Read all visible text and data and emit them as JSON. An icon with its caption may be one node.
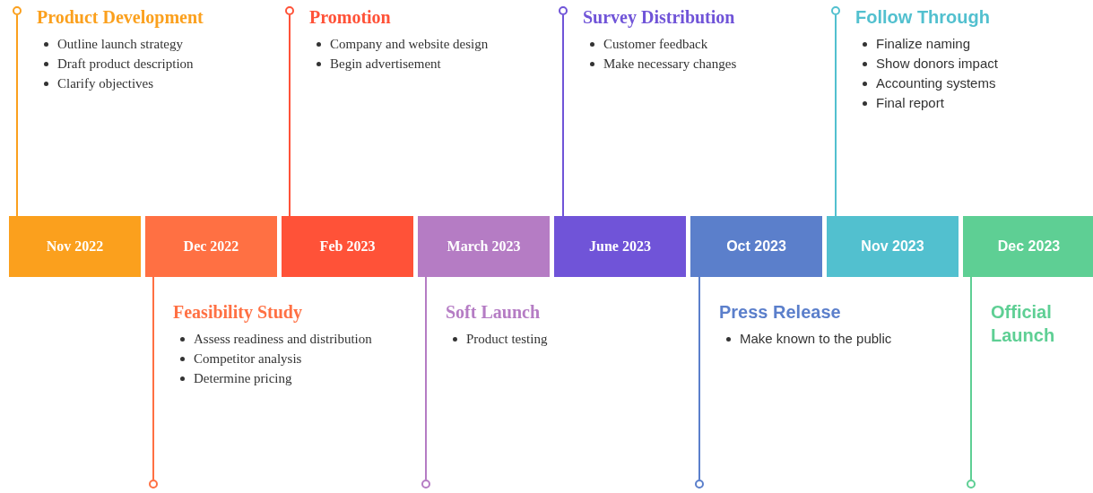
{
  "diagram": {
    "nodes": [
      {
        "text": [
          "Nov 2022"
        ]
      },
      {
        "text": [
          "Dec 2022"
        ]
      },
      {
        "text": [
          "Feb 2023"
        ]
      },
      {
        "text": [
          "March 2023"
        ]
      },
      {
        "text": [
          "June 2023"
        ]
      },
      {
        "text": [
          "Oct 2023"
        ]
      },
      {
        "text": [
          "Nov 2023"
        ]
      },
      {
        "text": [
          "Dec 2023"
        ]
      },
      {
        "text": [
          "Product Development",
          "Outline launch strategy",
          "Draft product description",
          "Clarify objectives"
        ]
      },
      {
        "text": [
          "Feasibility Study",
          "Assess readiness and distribution",
          "Competitor analysis",
          "Determine pricing"
        ]
      },
      {
        "text": [
          "Promotion",
          "Company and website design",
          "Begin advertisement"
        ]
      },
      {
        "text": [
          "Soft Launch",
          "Product testing"
        ]
      },
      {
        "text": [
          "Survey Distribution",
          "Customer feedback",
          "Make necessary changes"
        ]
      },
      {
        "text": [
          "Press Release",
          "Make known to the public"
        ]
      },
      {
        "text": [
          "Follow Through",
          "Finalize naming",
          "Show donors impact",
          "Accounting systems",
          "Final report"
        ]
      },
      {
        "text": [
          "Official Launch"
        ]
      },
      {
        "text": [],
        "shape": "circle"
      },
      {
        "text": [],
        "shape": "circle"
      },
      {
        "text": [],
        "shape": "circle"
      },
      {
        "text": [],
        "shape": "circle"
      },
      {
        "text": [],
        "shape": "circle"
      },
      {
        "text": [],
        "shape": "circle"
      },
      {
        "text": [],
        "shape": "circle"
      },
      {
        "text": [],
        "shape": "circle"
      }
    ],
    "edges": [
      {
        "from": 0,
        "to": 16,
        "arrow": "none",
        "color": "#fba01d"
      },
      {
        "from": 1,
        "to": 17,
        "arrow": "none",
        "color": "#ff7043"
      },
      {
        "from": 2,
        "to": 18,
        "arrow": "none",
        "color": "#ff5238"
      },
      {
        "from": 3,
        "to": 19,
        "arrow": "none",
        "color": "#b57cc4"
      },
      {
        "from": 4,
        "to": 20,
        "arrow": "none",
        "color": "#7054d8"
      },
      {
        "from": 5,
        "to": 21,
        "arrow": "none",
        "color": "#5b7fcb"
      },
      {
        "from": 6,
        "to": 22,
        "arrow": "none",
        "color": "#52c0cf"
      },
      {
        "from": 7,
        "to": 23,
        "arrow": "none",
        "color": "#5ecf94"
      }
    ]
  }
}
